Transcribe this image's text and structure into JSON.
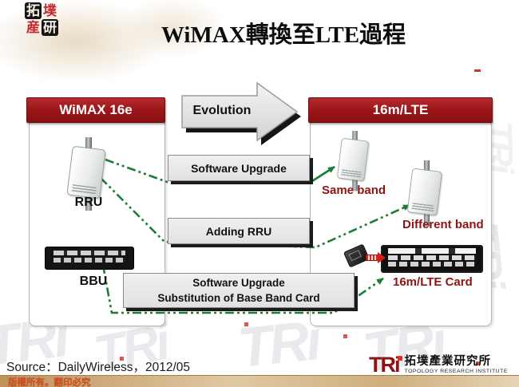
{
  "slide": {
    "title": "WiMAX轉換至LTE過程",
    "source": "Source：DailyWireless，2012/05",
    "copyright": "版權所有。翻印必究"
  },
  "seal_logo": {
    "chars": [
      "拓",
      "墣",
      "産",
      "研"
    ]
  },
  "diagram": {
    "left_column_header": "WiMAX 16e",
    "right_column_header": "16m/LTE",
    "evolution_label": "Evolution",
    "bars": {
      "software_upgrade": "Software Upgrade",
      "adding_rru": "Adding RRU",
      "big_bar_line1": "Software Upgrade",
      "big_bar_line2": "Substitution of Base Band Card"
    },
    "labels": {
      "rru": "RRU",
      "bbu": "BBU",
      "same_band": "Same band",
      "different_band": "Different band",
      "lte_card": "16m/LTE Card"
    }
  },
  "footer_logo": {
    "tri": "TRi",
    "cn_name": "拓墣產業研究所",
    "en_name": "TOPOLOGY RESEARCH INSTITUTE"
  },
  "watermark": {
    "text": "TRi"
  },
  "colors": {
    "header_red": "#9A1518",
    "label_dark_red": "#8E1414",
    "connector_green": "#1D7C36",
    "bar_gray": "#E9E9E9",
    "footer_tan": "#C9A06A"
  }
}
